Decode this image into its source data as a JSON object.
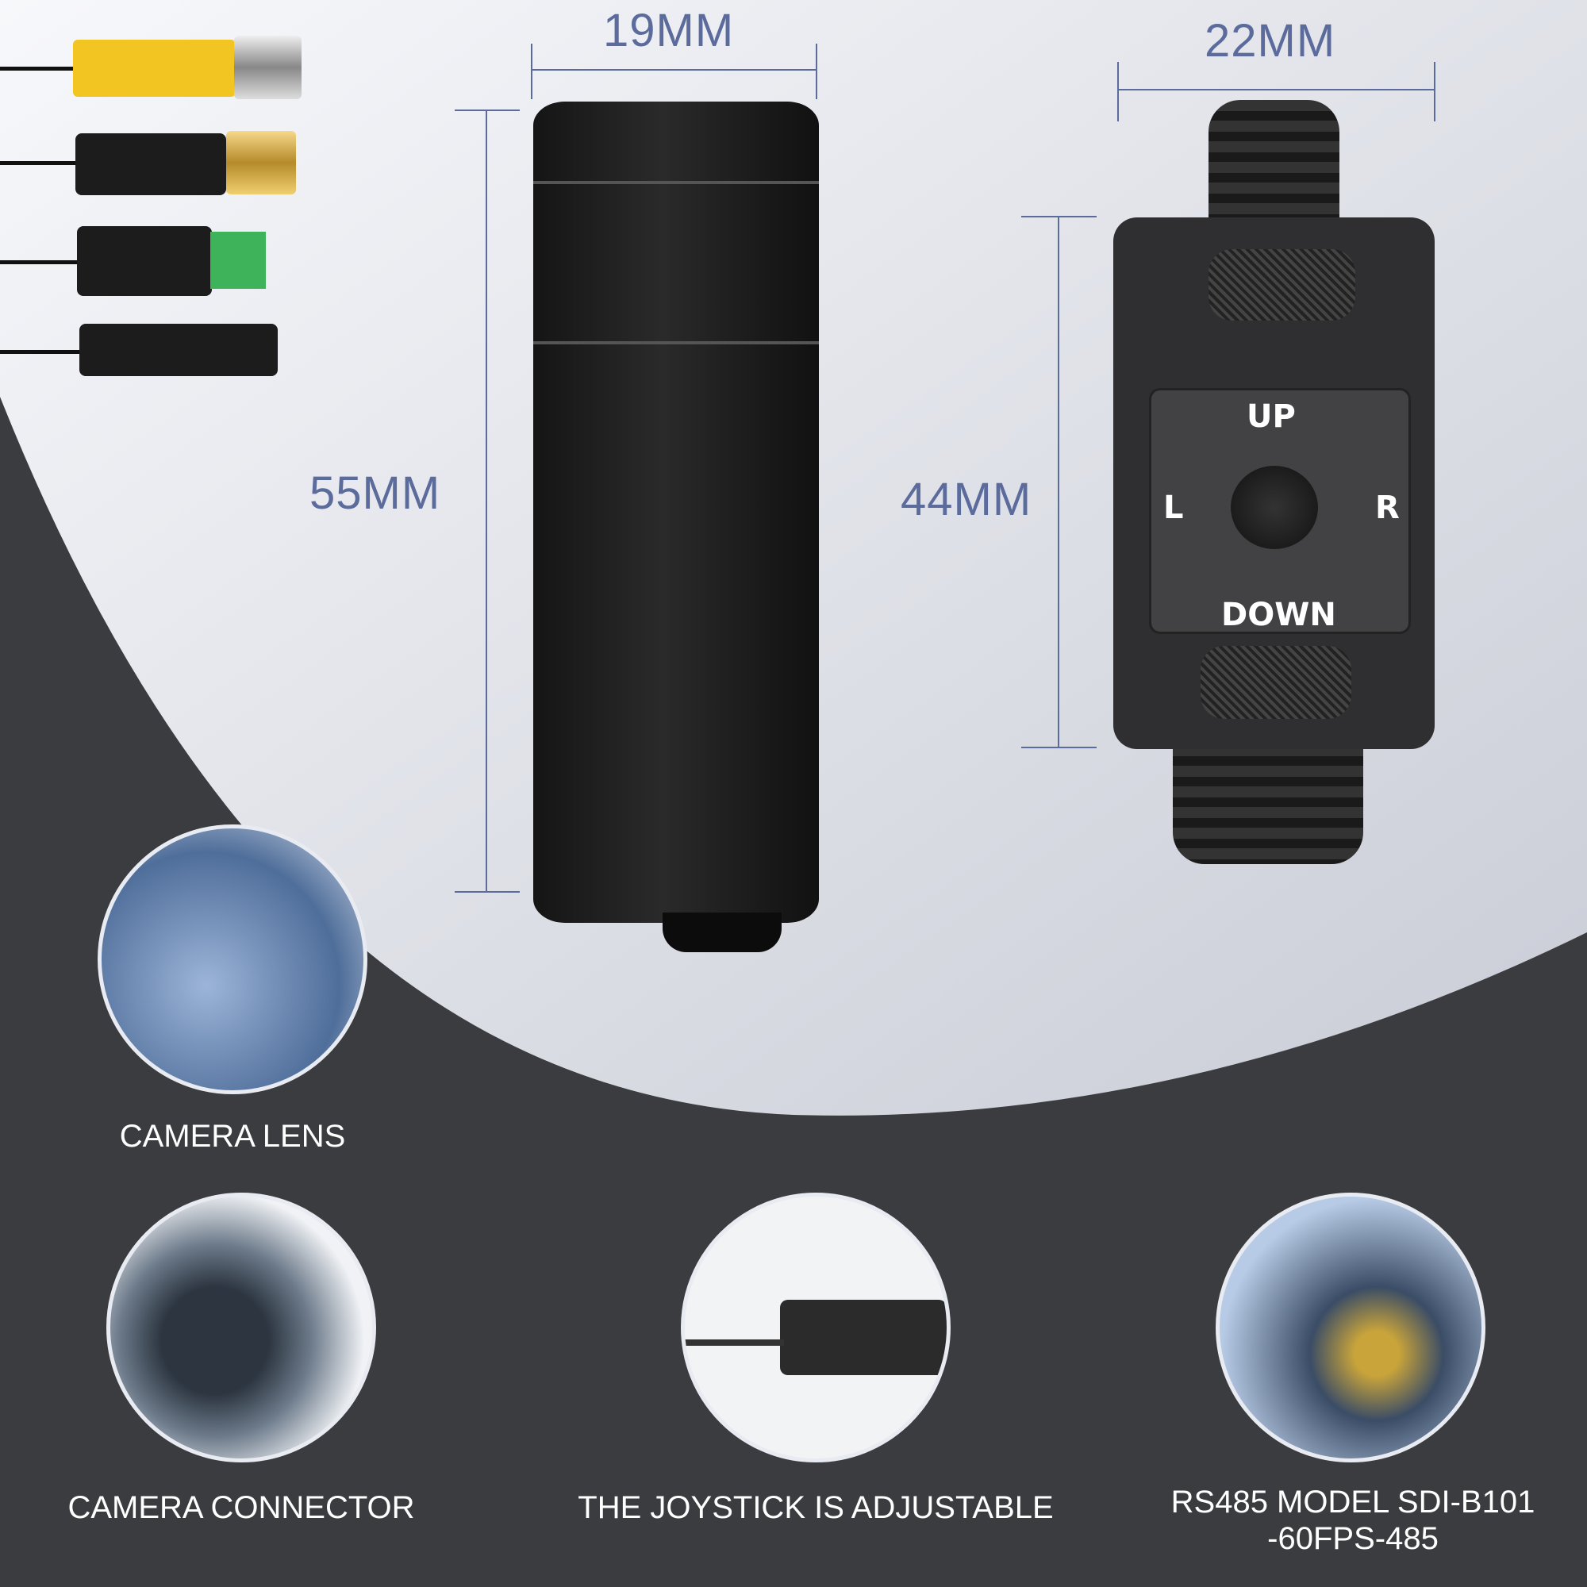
{
  "dimensions": {
    "width_camera": "19MM",
    "height_camera": "55MM",
    "width_joystick": "22MM",
    "height_joystick": "44MM"
  },
  "joystick": {
    "up": "UP",
    "down": "DOWN",
    "left": "L",
    "right": "R"
  },
  "features": [
    {
      "label": "CAMERA LENS"
    },
    {
      "label": "CAMERA CONNECTOR"
    },
    {
      "label": "THE JOYSTICK IS ADJUSTABLE"
    },
    {
      "label_line1": "RS485 MODEL SDI-B101",
      "label_line2": "-60FPS-485"
    }
  ],
  "colors": {
    "dimension": "#5b6b9c",
    "light_bg": "#eef0f5",
    "dark_bg": "#3b3c3f"
  }
}
